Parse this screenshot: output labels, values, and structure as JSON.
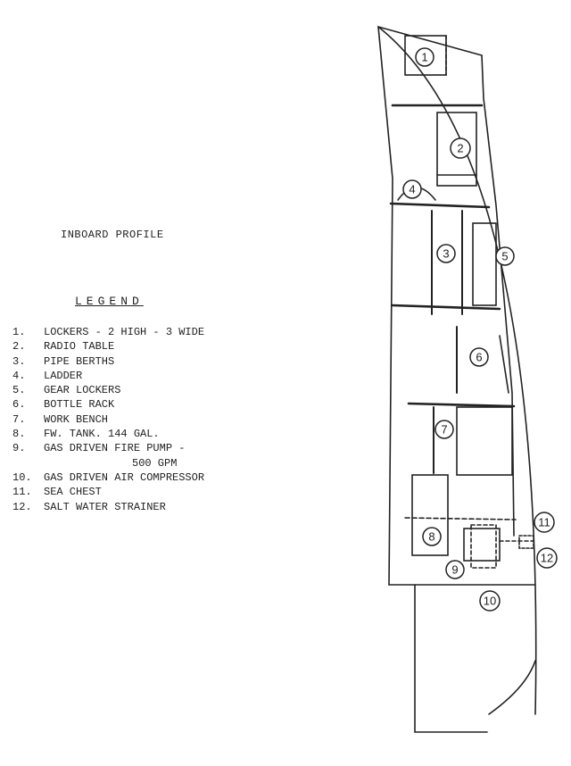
{
  "title": "INBOARD PROFILE",
  "legend_heading": "LEGEND",
  "legend": [
    {
      "num": "1.",
      "text": "LOCKERS - 2 HIGH - 3 WIDE"
    },
    {
      "num": "2.",
      "text": "RADIO TABLE"
    },
    {
      "num": "3.",
      "text": "PIPE BERTHS"
    },
    {
      "num": "4.",
      "text": "LADDER"
    },
    {
      "num": "5.",
      "text": "GEAR LOCKERS"
    },
    {
      "num": "6.",
      "text": "BOTTLE RACK"
    },
    {
      "num": "7.",
      "text": "WORK BENCH"
    },
    {
      "num": "8.",
      "text": "FW. TANK. 144 GAL."
    },
    {
      "num": "9.",
      "text": "GAS DRIVEN FIRE PUMP -",
      "cont": "500 GPM"
    },
    {
      "num": "10.",
      "text": "GAS DRIVEN AIR COMPRESSOR"
    },
    {
      "num": "11.",
      "text": "SEA CHEST"
    },
    {
      "num": "12.",
      "text": "SALT WATER STRAINER"
    }
  ],
  "callouts": [
    "1",
    "2",
    "3",
    "4",
    "5",
    "6",
    "7",
    "8",
    "9",
    "10",
    "11",
    "12"
  ]
}
